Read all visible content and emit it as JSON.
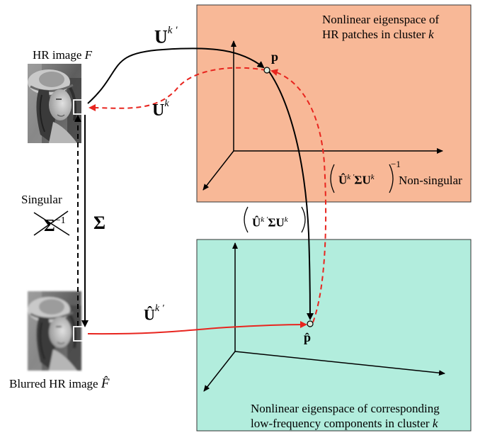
{
  "colors": {
    "hr_box_fill": "#f8b897",
    "lf_box_fill": "#b2eddd",
    "black_arrow": "#000000",
    "red_arrow": "#e8251f",
    "point_fill": "#ddeedd"
  },
  "hr_eigenspace": {
    "caption_line1": "Nonlinear eigenspace of",
    "caption_line2": "HR patches in cluster",
    "caption_var": "k",
    "point_label": "p"
  },
  "lf_eigenspace": {
    "caption_line1": "Nonlinear eigenspace of corresponding",
    "caption_line2": "low-frequency components in cluster",
    "caption_var": "k",
    "point_label": "p̂"
  },
  "hr_image": {
    "label": "HR image",
    "var": "F"
  },
  "blurred_image": {
    "label": "Blurred HR image",
    "var": "F̂"
  },
  "operators": {
    "u_k_prime_base": "U",
    "u_k_prime_sup": "k ′",
    "u_k_base": "U",
    "u_k_sup": "k",
    "u_hat_k_prime_base": "Û",
    "u_hat_k_prime_sup": "k ′",
    "sigma": "Σ",
    "sigma_inv_base": "Σ",
    "sigma_inv_sup": "−1",
    "singular_label": "Singular",
    "nonsingular_label": "Non-singular",
    "inv_expr_U": "Û",
    "inv_expr_sup1": "k ′",
    "inv_expr_mid": "ΣU",
    "inv_expr_sup2": "k",
    "inv_expr_exp": "−1",
    "fwd_expr_U": "Û",
    "fwd_expr_sup1": "k ′",
    "fwd_expr_mid": "ΣU",
    "fwd_expr_sup2": "k"
  }
}
